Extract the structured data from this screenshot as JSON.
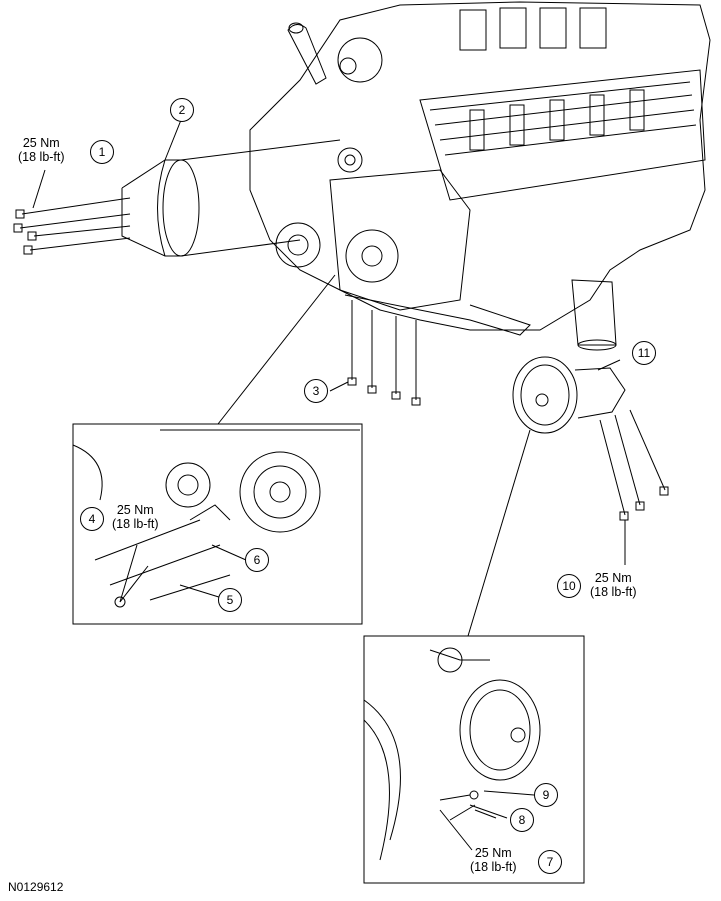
{
  "figure_id": "N0129612",
  "callouts": [
    {
      "id": "1",
      "label": "1"
    },
    {
      "id": "2",
      "label": "2"
    },
    {
      "id": "3",
      "label": "3"
    },
    {
      "id": "4",
      "label": "4"
    },
    {
      "id": "5",
      "label": "5"
    },
    {
      "id": "6",
      "label": "6"
    },
    {
      "id": "7",
      "label": "7"
    },
    {
      "id": "8",
      "label": "8"
    },
    {
      "id": "9",
      "label": "9"
    },
    {
      "id": "10",
      "label": "10"
    },
    {
      "id": "11",
      "label": "11"
    }
  ],
  "torque_specs": [
    {
      "callout": "1",
      "nm": "25 Nm",
      "lbft": "(18 lb-ft)"
    },
    {
      "callout": "4",
      "nm": "25 Nm",
      "lbft": "(18 lb-ft)"
    },
    {
      "callout": "10",
      "nm": "25 Nm",
      "lbft": "(18 lb-ft)"
    },
    {
      "callout": "7",
      "nm": "25 Nm",
      "lbft": "(18 lb-ft)"
    }
  ]
}
